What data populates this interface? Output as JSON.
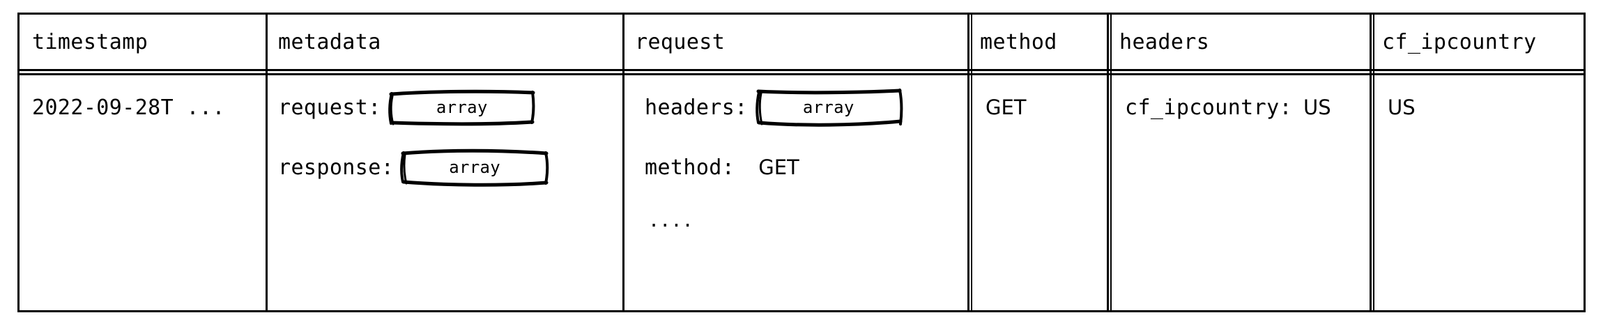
{
  "table": {
    "columns": [
      {
        "key": "timestamp",
        "label": "timestamp"
      },
      {
        "key": "metadata",
        "label": "metadata"
      },
      {
        "key": "request",
        "label": "request"
      },
      {
        "key": "method",
        "label": "method"
      },
      {
        "key": "headers",
        "label": "headers"
      },
      {
        "key": "cf_ipcountry",
        "label": "cf_ipcountry"
      }
    ],
    "row": {
      "timestamp": {
        "value": "2022-09-28T ..."
      },
      "metadata": {
        "fields": [
          {
            "key_label": "request:",
            "value_type": "array"
          },
          {
            "key_label": "response:",
            "value_type": "array"
          }
        ]
      },
      "request": {
        "fields": [
          {
            "key_label": "headers:",
            "value_type": "array"
          },
          {
            "key_label": "method:",
            "value_text": "GET"
          }
        ],
        "truncation": "...."
      },
      "method": {
        "value": "GET"
      },
      "headers": {
        "key_label": "cf_ipcountry:",
        "value_text": "US"
      },
      "cf_ipcountry": {
        "value": "US"
      }
    }
  },
  "colors": {
    "ink": "#000000",
    "paper": "#ffffff"
  }
}
